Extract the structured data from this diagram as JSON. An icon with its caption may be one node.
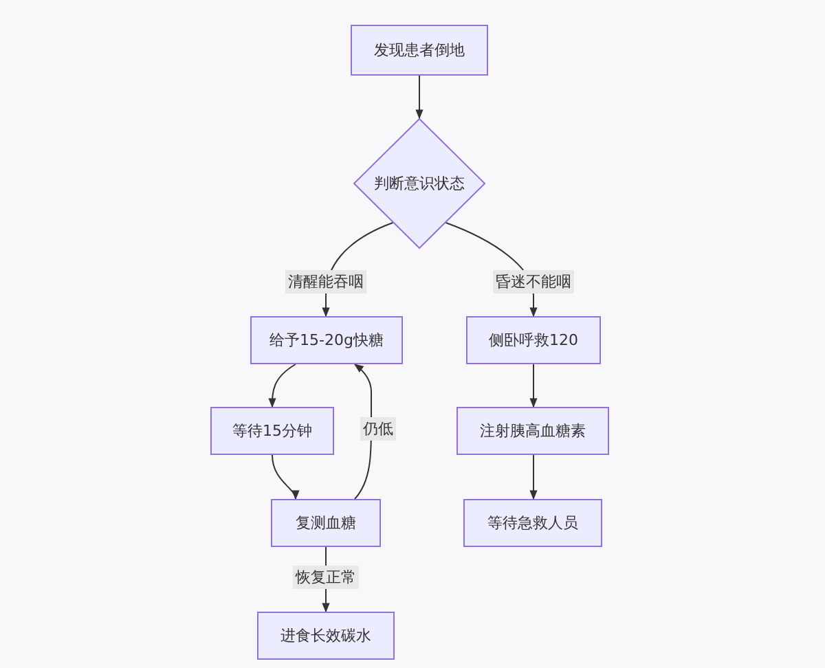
{
  "diagram": {
    "nodes": [
      {
        "text": [
          "发现患者倒地"
        ]
      },
      {
        "text": [
          "判断意识状态"
        ]
      },
      {
        "text": [
          "给予15-20g快糖"
        ]
      },
      {
        "text": [
          "侧卧呼救120"
        ]
      },
      {
        "text": [
          "等待15分钟"
        ]
      },
      {
        "text": [
          "注射胰高血糖素"
        ]
      },
      {
        "text": [
          "复测血糖"
        ]
      },
      {
        "text": [
          "等待急救人员"
        ]
      },
      {
        "text": [
          "进食长效碳水"
        ]
      }
    ],
    "edges": [
      {
        "from": 0,
        "to": 1,
        "arrow": "to"
      },
      {
        "from": 1,
        "to": 2,
        "arrow": "to",
        "label": "清醒能吞咽"
      },
      {
        "from": 1,
        "to": 3,
        "arrow": "to",
        "label": "昏迷不能咽"
      },
      {
        "from": 2,
        "to": 4,
        "arrow": "to"
      },
      {
        "from": 4,
        "to": 6,
        "arrow": "to"
      },
      {
        "from": 6,
        "to": 2,
        "arrow": "to",
        "label": "仍低"
      },
      {
        "from": 6,
        "to": 8,
        "arrow": "to",
        "label": "恢复正常"
      },
      {
        "from": 3,
        "to": 5,
        "arrow": "to"
      },
      {
        "from": 5,
        "to": 7,
        "arrow": "to"
      }
    ]
  }
}
